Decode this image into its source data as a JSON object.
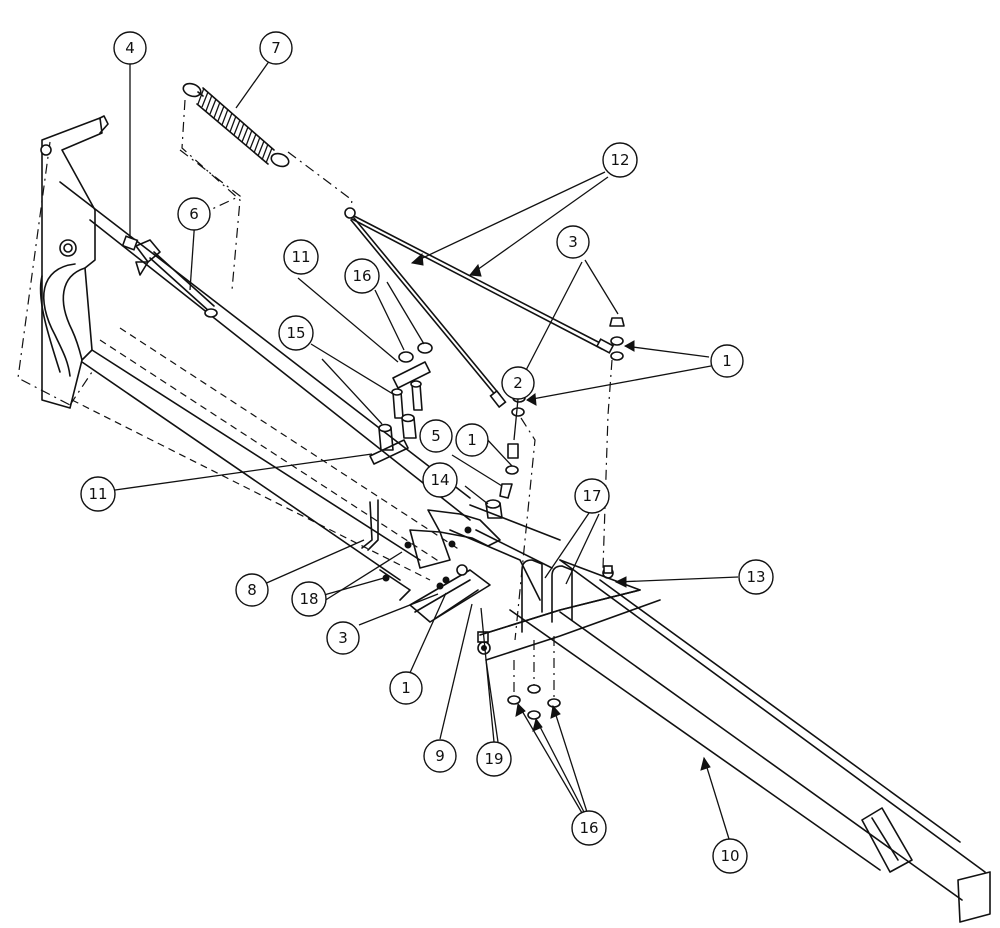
{
  "diagram": {
    "callouts": [
      {
        "label": "4"
      },
      {
        "label": "7"
      },
      {
        "label": "6"
      },
      {
        "label": "12"
      },
      {
        "label": "11"
      },
      {
        "label": "16"
      },
      {
        "label": "3"
      },
      {
        "label": "15"
      },
      {
        "label": "1"
      },
      {
        "label": "2"
      },
      {
        "label": "1"
      },
      {
        "label": "5"
      },
      {
        "label": "14"
      },
      {
        "label": "11"
      },
      {
        "label": "17"
      },
      {
        "label": "13"
      },
      {
        "label": "8"
      },
      {
        "label": "18"
      },
      {
        "label": "3"
      },
      {
        "label": "1"
      },
      {
        "label": "9"
      },
      {
        "label": "19"
      },
      {
        "label": "16"
      },
      {
        "label": "10"
      }
    ]
  }
}
